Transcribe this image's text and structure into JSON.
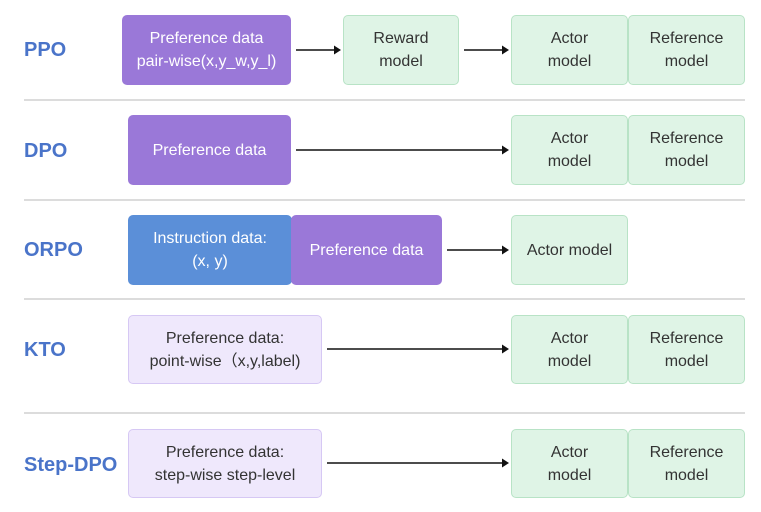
{
  "rows": [
    {
      "label": "PPO",
      "data_box": {
        "line1": "Preference data",
        "line2": "pair-wise(x,y_w,y_l)"
      },
      "reward_box": {
        "line1": "Reward",
        "line2": "model"
      },
      "actor_box": {
        "line1": "Actor",
        "line2": "model"
      },
      "reference_box": {
        "line1": "Reference",
        "line2": "model"
      }
    },
    {
      "label": "DPO",
      "data_box": {
        "line1": "Preference data"
      },
      "actor_box": {
        "line1": "Actor",
        "line2": "model"
      },
      "reference_box": {
        "line1": "Reference",
        "line2": "model"
      }
    },
    {
      "label": "ORPO",
      "instruction_box": {
        "line1": "Instruction data:",
        "line2": "(x, y)"
      },
      "data_box": {
        "line1": "Preference data"
      },
      "actor_box": {
        "line1": "Actor model"
      }
    },
    {
      "label": "KTO",
      "data_box": {
        "line1": "Preference data:",
        "line2": "point-wise（x,y,label)"
      },
      "actor_box": {
        "line1": "Actor",
        "line2": "model"
      },
      "reference_box": {
        "line1": "Reference",
        "line2": "model"
      }
    },
    {
      "label": "Step-DPO",
      "data_box": {
        "line1": "Preference data:",
        "line2": "step-wise step-level"
      },
      "actor_box": {
        "line1": "Actor",
        "line2": "model"
      },
      "reference_box": {
        "line1": "Reference",
        "line2": "model"
      }
    }
  ],
  "colors": {
    "label": "#4a74c9",
    "preference_box": "#9a78d8",
    "instruction_box": "#5b8fd8",
    "light_preference_box": "#efe8fc",
    "model_box": "#dff4e6",
    "arrow": "#111111",
    "separator": "#dcdcdc"
  }
}
